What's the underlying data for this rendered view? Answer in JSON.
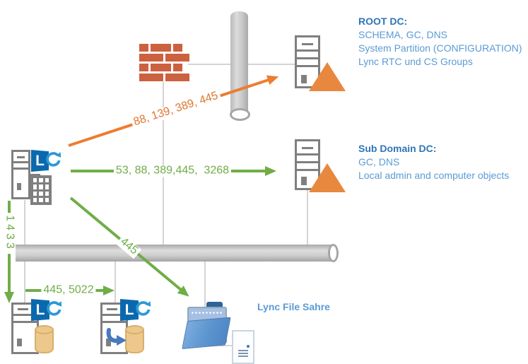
{
  "diagram": {
    "root_dc": {
      "title": "ROOT DC:",
      "line1": "SCHEMA, GC, DNS",
      "line2": "System Partition (CONFIGURATION)",
      "line3": "Lync RTC und CS Groups"
    },
    "sub_dc": {
      "title": "Sub Domain DC:",
      "line1": "GC, DNS",
      "line2": "Local admin and computer objects"
    },
    "file_share_label": "Lync File Sahre",
    "ports": {
      "front_to_root": "88, 139, 389, 445",
      "front_to_sub": "53, 88, 389,445,  3268",
      "sql": "1433",
      "front_pool": "445, 5022",
      "file_share": "445"
    },
    "letters": {
      "lync": "L"
    },
    "icons": {
      "firewall": "brick-wall-icon",
      "pillar": "cylinder-pillar-icon",
      "network_pipe": "horizontal-pipe-icon",
      "dc_server": "server-tower-icon",
      "ad_triangle": "active-directory-triangle-icon",
      "lync_flag": "lync-logo-icon",
      "refresh": "refresh-arrows-icon",
      "building": "office-building-icon",
      "database": "database-cylinder-icon",
      "replication_arrow": "sync-arrow-icon",
      "folder": "file-share-folder-icon",
      "document": "document-icon"
    },
    "colors": {
      "orange_arrow": "#ED7D31",
      "brick": "#CC6140",
      "green_arrow": "#70AD47",
      "blue_heading": "#2E75B6",
      "blue_text": "#5B9BD5",
      "lync_blue": "#0A69AE",
      "refresh_blue": "#2B99D8",
      "database_tan": "#ECC88D",
      "gray_icon": "#7F7F7F"
    }
  }
}
